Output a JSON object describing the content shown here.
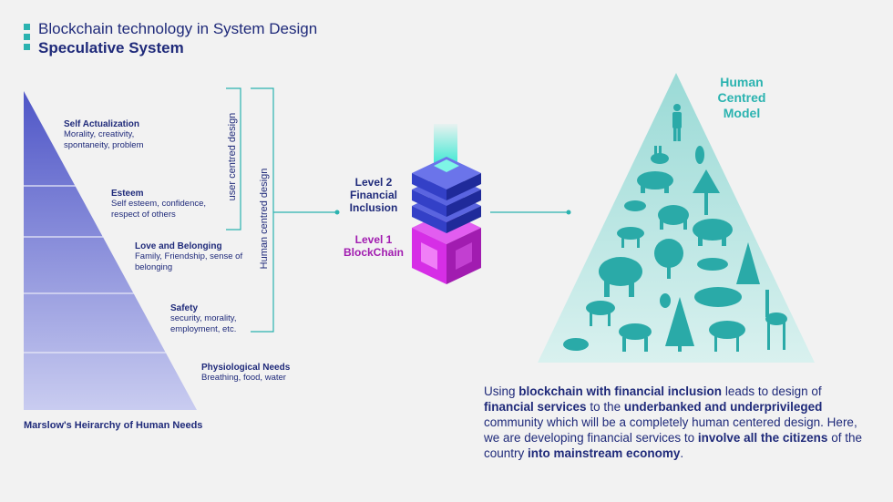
{
  "header": {
    "title": "Blockchain technology in System Design",
    "subtitle": "Speculative System"
  },
  "pyramid": {
    "levels": [
      {
        "title": "Self Actualization",
        "desc": [
          "Morality, creativity,",
          "spontaneity, problem"
        ]
      },
      {
        "title": "Esteem",
        "desc": [
          "Self esteem, confidence,",
          "respect of others"
        ]
      },
      {
        "title": "Love and Belonging",
        "desc": [
          "Family, Friendship, sense of",
          "belonging"
        ]
      },
      {
        "title": "Safety",
        "desc": [
          "security, morality,",
          "employment, etc."
        ]
      },
      {
        "title": "Physiological Needs",
        "desc": [
          "Breathing, food, water"
        ]
      }
    ],
    "caption": "Marslow's Heirarchy of Human Needs",
    "bracket_inner": "user centred design",
    "bracket_outer": "Human centred design"
  },
  "blocks": {
    "level2": [
      "Level 2",
      "Financial",
      "Inclusion"
    ],
    "level1": [
      "Level 1",
      "BlockChain"
    ]
  },
  "model": {
    "title": [
      "Human Centred",
      "Model"
    ]
  },
  "paragraph": {
    "parts": [
      "Using ",
      "blockchain with financial inclusion",
      " leads to design of ",
      "financial services",
      " to the ",
      "underbanked and underprivileged",
      " community which will be a completely human centered design. Here, we are developing financial services to ",
      "involve all the citizens",
      " of the country ",
      "into mainstream economy",
      "."
    ]
  },
  "colors": {
    "navy": "#1f2a7a",
    "teal": "#2bb3b0",
    "magenta": "#a11cb0",
    "pyramid": "#5b62cc"
  }
}
